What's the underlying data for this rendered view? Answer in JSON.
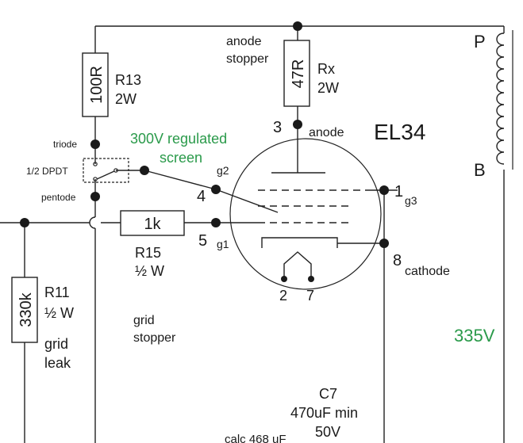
{
  "tube": {
    "name": "EL34",
    "pins": {
      "p3": "3",
      "p4": "4",
      "p5": "5",
      "p1": "1",
      "p8": "8",
      "p2": "2",
      "p7": "7"
    },
    "electrodes": {
      "anode": "anode",
      "g2": "g2",
      "g1": "g1",
      "g3": "g3",
      "cathode": "cathode"
    }
  },
  "anode_stopper": {
    "label_line1": "anode",
    "label_line2": "stopper",
    "part": "Rx",
    "value": "47R",
    "power": "2W"
  },
  "r13": {
    "part": "R13",
    "value": "100R",
    "power": "2W"
  },
  "switch": {
    "label": "1/2 DPDT",
    "triode": "triode",
    "pentode": "pentode"
  },
  "screen_note": {
    "line1": "300V regulated",
    "line2": "screen",
    "color": "#2a9a4a"
  },
  "r15": {
    "part": "R15",
    "value": "1k",
    "power": "½ W"
  },
  "grid_stopper": {
    "line1": "grid",
    "line2": "stopper"
  },
  "r11": {
    "part": "R11",
    "value": "330k",
    "power": "½ W",
    "role1": "grid",
    "role2": "leak"
  },
  "transformer": {
    "p": "P",
    "b": "B"
  },
  "supply": {
    "voltage": "335V",
    "color": "#2a9a4a"
  },
  "c7": {
    "part": "C7",
    "spec": "470uF min",
    "voltage": "50V",
    "calc": "calc 468 uF"
  }
}
